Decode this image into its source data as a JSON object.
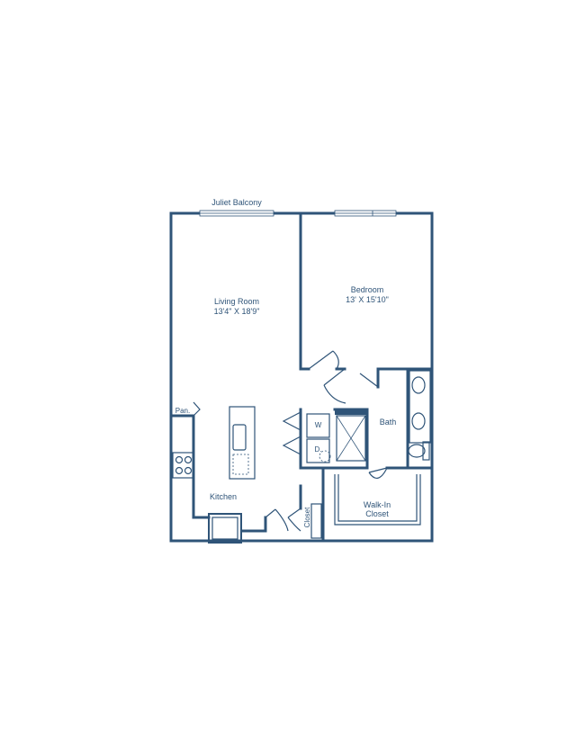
{
  "balcony_label": "Juliet Balcony",
  "rooms": {
    "living": {
      "name": "Living Room",
      "size": "13'4\" X 18'9\""
    },
    "bedroom": {
      "name": "Bedroom",
      "size": "13' X 15'10\""
    },
    "kitchen": {
      "name": "Kitchen"
    },
    "pantry": {
      "name": "Pan."
    },
    "bath": {
      "name": "Bath"
    },
    "walkin": {
      "name": "Walk-In",
      "name2": "Closet"
    },
    "closet": {
      "name": "Closet"
    },
    "washer": {
      "name": "W"
    },
    "dryer": {
      "name": "D."
    }
  },
  "colors": {
    "line": "#2f5478",
    "background": "#ffffff"
  }
}
